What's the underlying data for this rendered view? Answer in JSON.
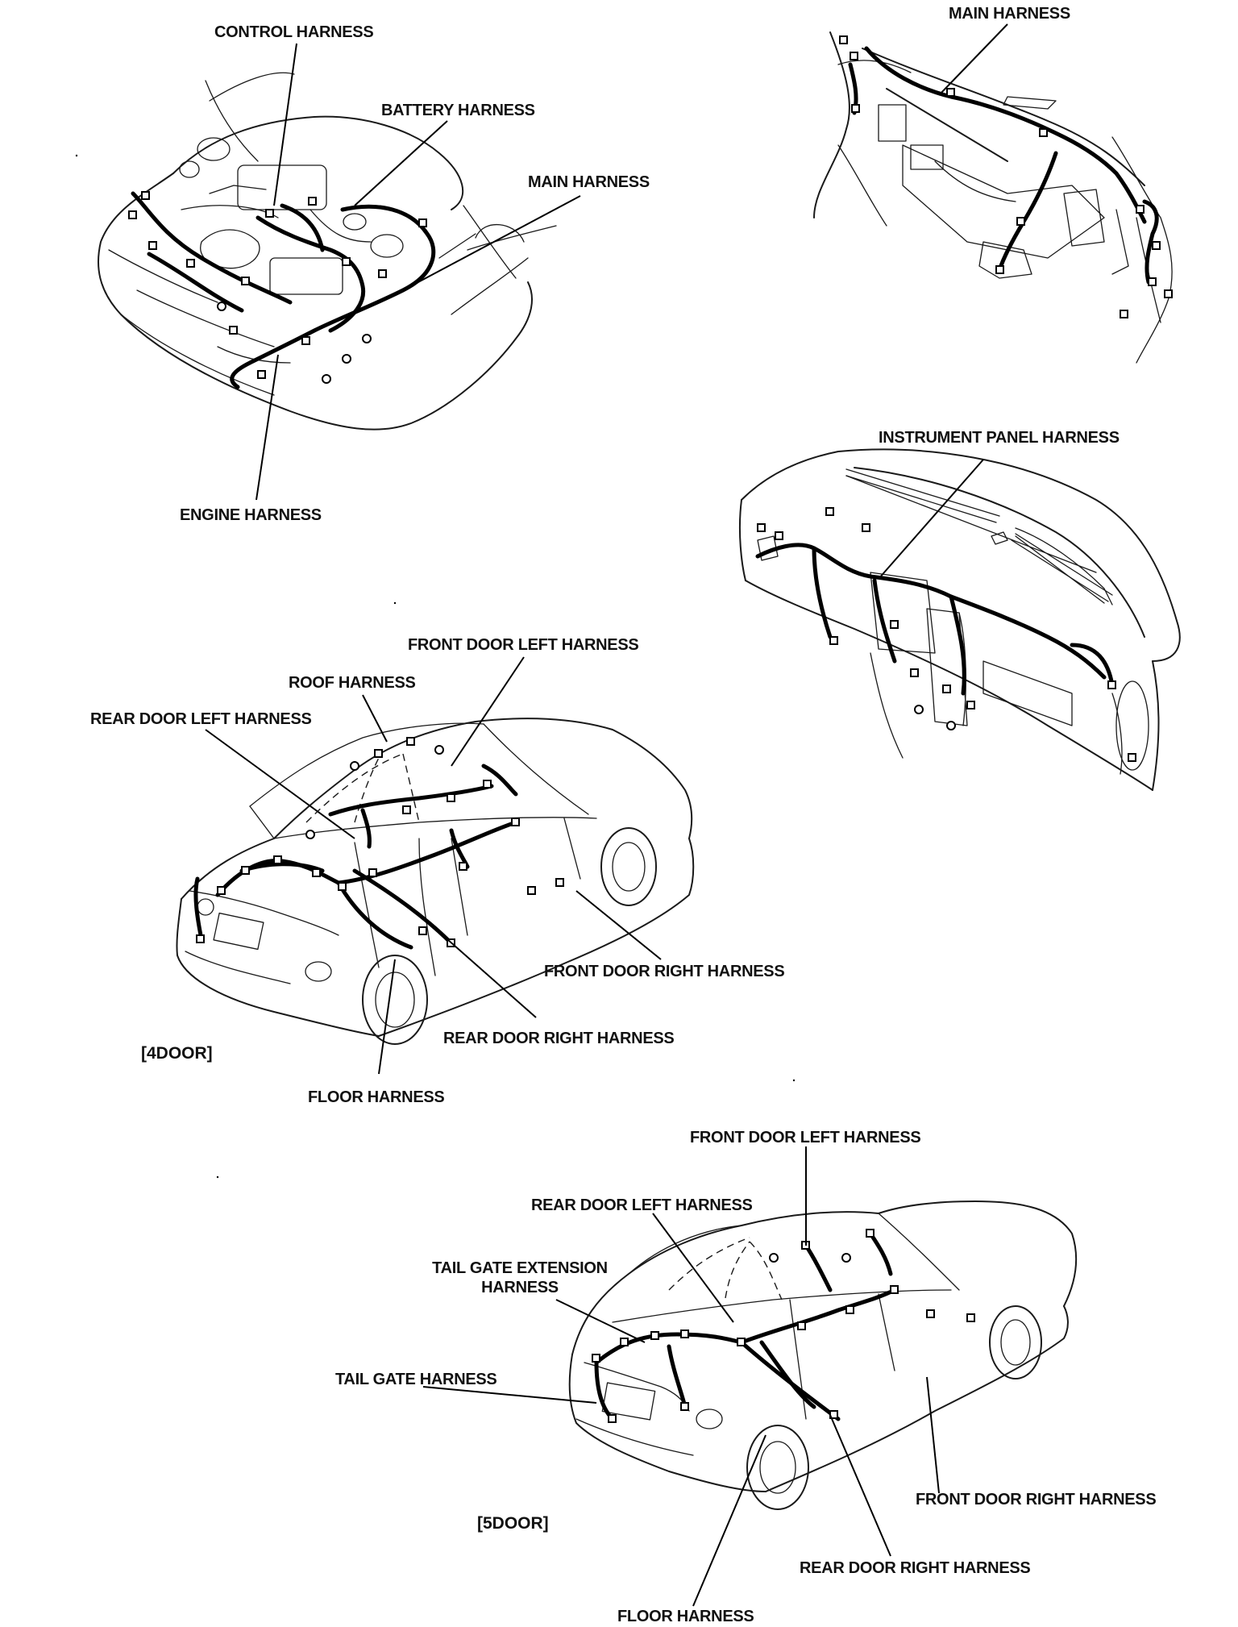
{
  "labels": {
    "engine_bay": {
      "control": "CONTROL HARNESS",
      "battery": "BATTERY HARNESS",
      "main": "MAIN HARNESS",
      "engine": "ENGINE HARNESS"
    },
    "cabin": {
      "main": "MAIN HARNESS"
    },
    "dash": {
      "instrument_panel": "INSTRUMENT PANEL HARNESS"
    },
    "four_door": {
      "front_door_left": "FRONT DOOR LEFT HARNESS",
      "roof": "ROOF HARNESS",
      "rear_door_left": "REAR DOOR LEFT HARNESS",
      "front_door_right": "FRONT DOOR RIGHT HARNESS",
      "rear_door_right": "REAR DOOR RIGHT HARNESS",
      "floor": "FLOOR HARNESS",
      "caption": "[4DOOR]"
    },
    "five_door": {
      "front_door_left": "FRONT DOOR LEFT HARNESS",
      "rear_door_left": "REAR DOOR LEFT HARNESS",
      "tail_gate_extension_1": "TAIL GATE EXTENSION",
      "tail_gate_extension_2": "HARNESS",
      "tail_gate": "TAIL GATE HARNESS",
      "front_door_right": "FRONT DOOR RIGHT HARNESS",
      "rear_door_right": "REAR DOOR RIGHT HARNESS",
      "floor": "FLOOR HARNESS",
      "caption": "[5DOOR]"
    }
  }
}
